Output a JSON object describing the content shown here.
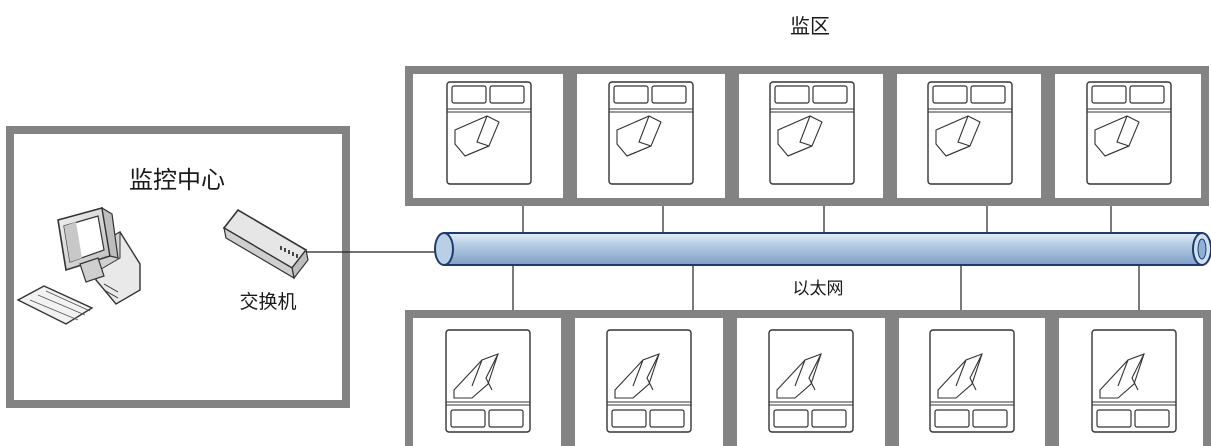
{
  "cell_area": {
    "label": "监区",
    "top_row_cells": 5,
    "bottom_row_cells": 5
  },
  "control_center": {
    "label": "监控中心",
    "switch_label": "交换机",
    "icons": [
      "computer-icon",
      "switch-icon"
    ]
  },
  "network": {
    "label": "以太网",
    "colors": {
      "pipe_fill": "#b9cfe6",
      "pipe_stroke": "#1f3b6b"
    }
  },
  "cell_icon": "bed-icon"
}
